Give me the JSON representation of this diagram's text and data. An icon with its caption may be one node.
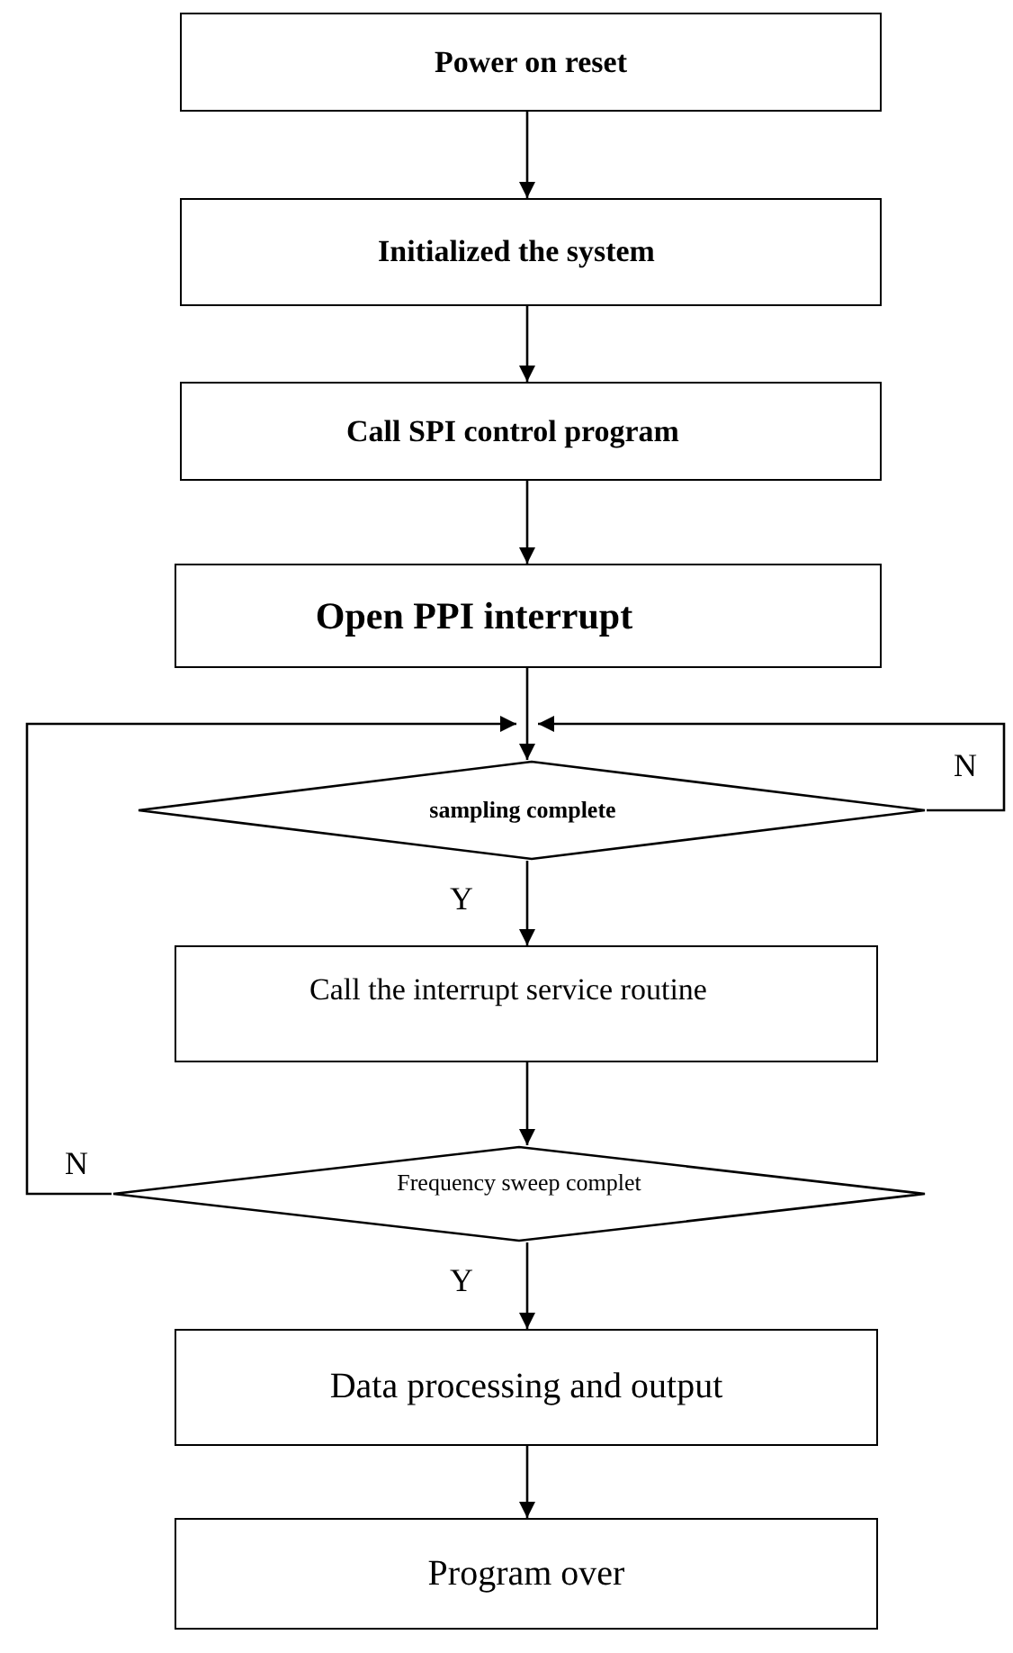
{
  "diagram": {
    "nodes": [
      {
        "text": [
          "Power on reset"
        ]
      },
      {
        "text": [
          "Initialized the system"
        ]
      },
      {
        "text": [
          "Call SPI control program"
        ]
      },
      {
        "text": [
          "Open PPI interrupt"
        ]
      },
      {
        "text": [
          "sampling complete"
        ]
      },
      {
        "text": [
          "Call the interrupt service routine"
        ]
      },
      {
        "text": [
          "Frequency sweep complet"
        ]
      },
      {
        "text": [
          "Data processing and output"
        ]
      },
      {
        "text": [
          "Program over"
        ]
      }
    ],
    "edges": [
      {
        "from": 0,
        "to": 1,
        "arrow": "to"
      },
      {
        "from": 1,
        "to": 2,
        "arrow": "to"
      },
      {
        "from": 2,
        "to": 3,
        "arrow": "to"
      },
      {
        "from": 3,
        "to": 4,
        "arrow": "to"
      },
      {
        "from": 4,
        "to": 4,
        "arrow": "to",
        "label": "N"
      },
      {
        "from": 4,
        "to": 5,
        "arrow": "to",
        "label": "Y"
      },
      {
        "from": 5,
        "to": 6,
        "arrow": "to"
      },
      {
        "from": 6,
        "to": 4,
        "arrow": "to",
        "label": "N"
      },
      {
        "from": 6,
        "to": 7,
        "arrow": "to",
        "label": "Y"
      },
      {
        "from": 7,
        "to": 8,
        "arrow": "to"
      }
    ]
  }
}
